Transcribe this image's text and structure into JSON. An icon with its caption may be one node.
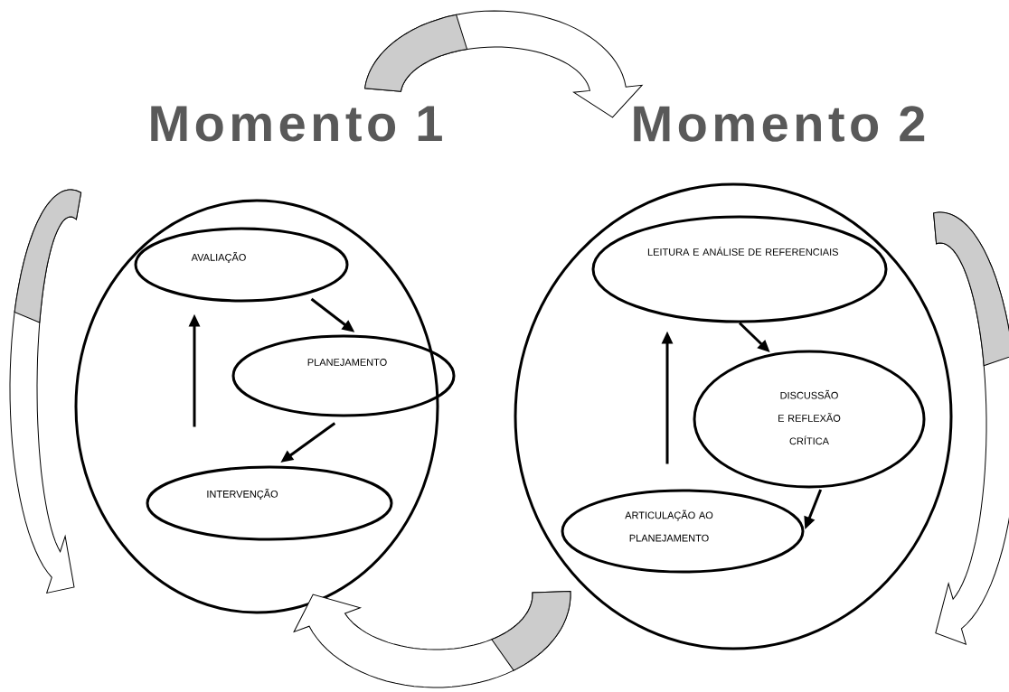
{
  "diagram": {
    "nodes": [
      {
        "text": [
          "Momento 1"
        ]
      },
      {
        "text": [
          "AVALIAÇÃO"
        ],
        "in": 0
      },
      {
        "text": [
          "PLANEJAMENTO"
        ],
        "in": 0
      },
      {
        "text": [
          "INTERVENÇÃO"
        ],
        "in": 0
      },
      {
        "text": [
          "Momento 2"
        ]
      },
      {
        "text": [
          "LEITURA E ANÁLISE DE REFERENCIAIS"
        ],
        "in": 4
      },
      {
        "text": [
          "DISCUSSÃO E REFLEXÃO CRÍTICA"
        ],
        "in": 4
      },
      {
        "text": [
          "ARTICULAÇÃO AO PLANEJAMENTO"
        ],
        "in": 4
      }
    ],
    "edges": [
      {
        "from": 1,
        "to": 2,
        "arrow": "to"
      },
      {
        "from": 2,
        "to": 3,
        "arrow": "to"
      },
      {
        "from": 3,
        "to": 1,
        "arrow": "to"
      },
      {
        "from": 5,
        "to": 6,
        "arrow": "to"
      },
      {
        "from": 6,
        "to": 7,
        "arrow": "to"
      },
      {
        "from": 7,
        "to": 5,
        "arrow": "to"
      },
      {
        "from": 0,
        "to": 4,
        "arrow": "to"
      },
      {
        "from": 4,
        "to": 0,
        "arrow": "to"
      }
    ]
  }
}
